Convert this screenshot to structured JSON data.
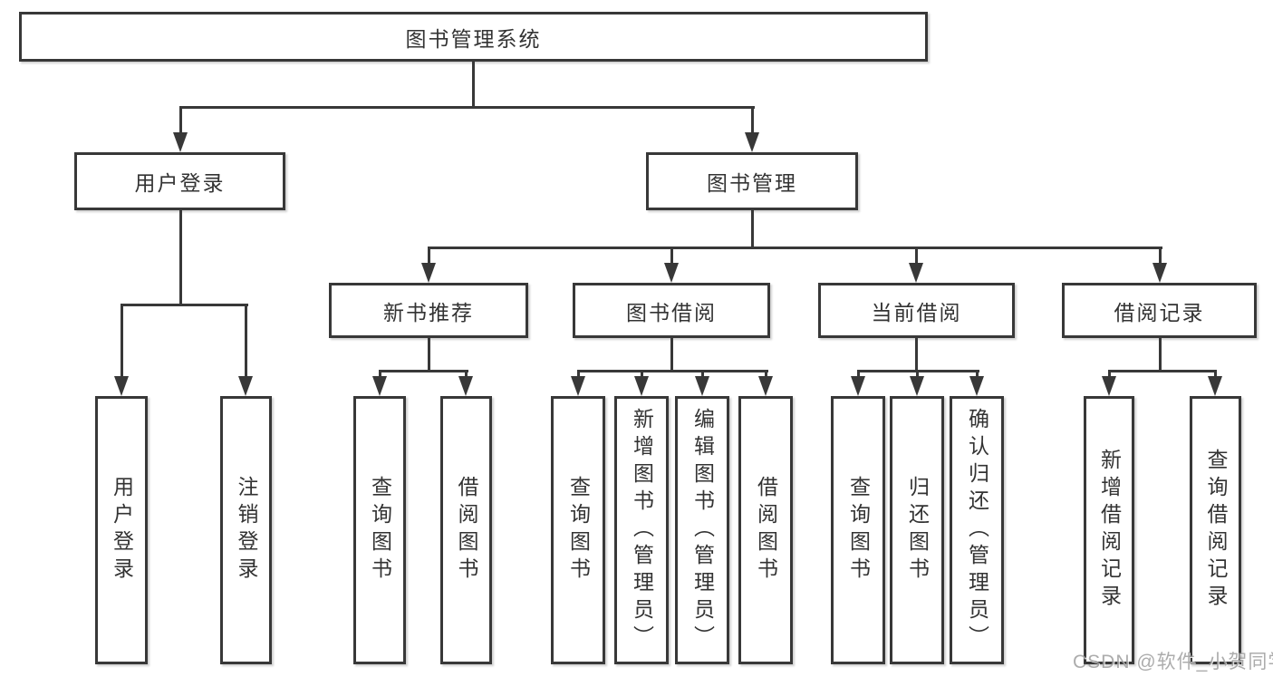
{
  "diagram": {
    "root": {
      "label": "图书管理系统"
    },
    "level2": [
      {
        "label": "用户登录"
      },
      {
        "label": "图书管理"
      }
    ],
    "level3": [
      {
        "label": "新书推荐"
      },
      {
        "label": "图书借阅"
      },
      {
        "label": "当前借阅"
      },
      {
        "label": "借阅记录"
      }
    ],
    "leaves": {
      "user_login": [
        "用户登录",
        "注销登录"
      ],
      "new_books": [
        "查询图书",
        "借阅图书"
      ],
      "book_borrow": [
        "查询图书",
        "新增图书（管理员）",
        "编辑图书（管理员）",
        "借阅图书"
      ],
      "current_borrow": [
        "查询图书",
        "归还图书",
        "确认归还（管理员）"
      ],
      "records": [
        "新增借阅记录",
        "查询借阅记录"
      ]
    }
  },
  "watermark": {
    "text": "CSDN @软件_小贺同学"
  },
  "colors": {
    "line": "#383838",
    "text": "#333333",
    "watermark": "#9e9e9e",
    "background": "#ffffff"
  }
}
